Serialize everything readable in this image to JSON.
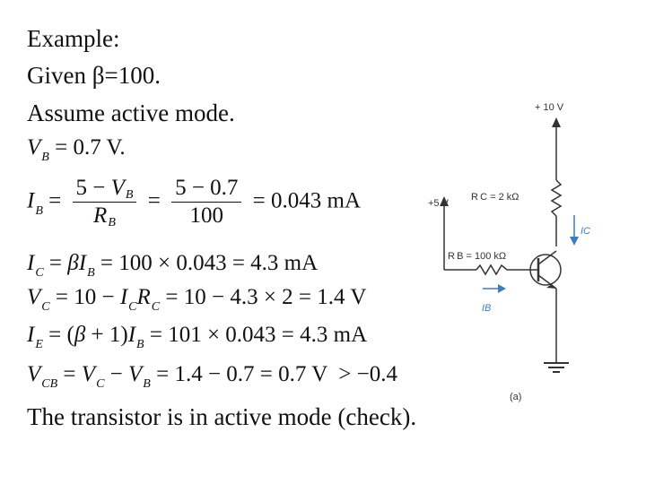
{
  "heading": "Example:",
  "given": "Given β=100.",
  "assume": "Assume active mode.",
  "conclusion": "The transistor is in active mode (check).",
  "circuit": {
    "vcc": "+ 10 V",
    "vbb": "+5 V",
    "rc": "R C = 2 kΩ",
    "rb": "R B = 100 kΩ",
    "ic": "IC",
    "ib": "IB",
    "caption": "(a)"
  }
}
